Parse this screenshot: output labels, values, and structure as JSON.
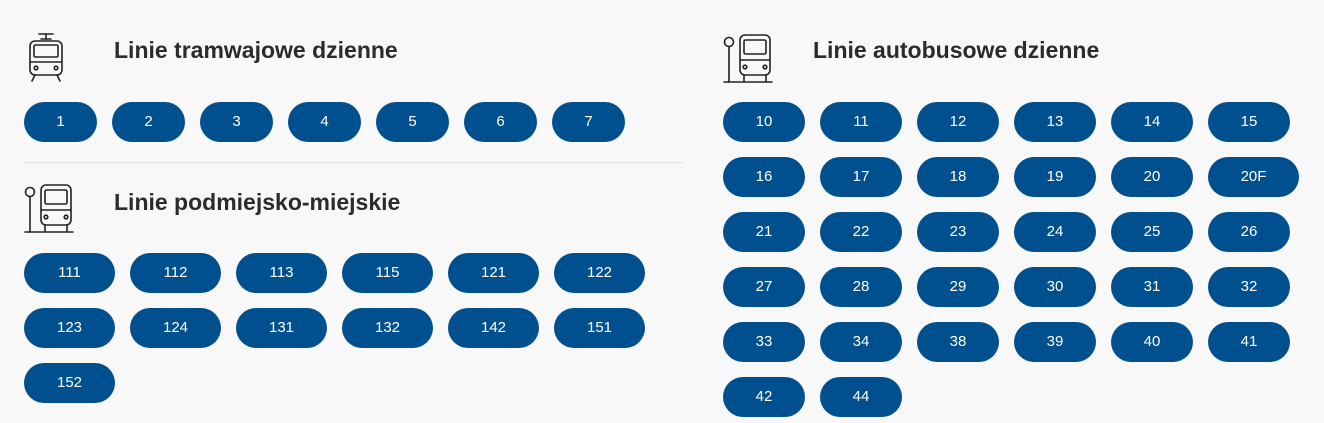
{
  "tram": {
    "title": "Linie tramwajowe dzienne",
    "icon": "tram-icon",
    "lines": [
      "1",
      "2",
      "3",
      "4",
      "5",
      "6",
      "7"
    ]
  },
  "suburban": {
    "title": "Linie podmiejsko-miejskie",
    "icon": "bus-stop-icon",
    "lines": [
      "111",
      "112",
      "113",
      "115",
      "121",
      "122",
      "123",
      "124",
      "131",
      "132",
      "142",
      "151",
      "152"
    ]
  },
  "bus": {
    "title": "Linie autobusowe dzienne",
    "icon": "bus-stop-icon",
    "lines": [
      "10",
      "11",
      "12",
      "13",
      "14",
      "15",
      "16",
      "17",
      "18",
      "19",
      "20",
      "20F",
      "21",
      "22",
      "23",
      "24",
      "25",
      "26",
      "27",
      "28",
      "29",
      "30",
      "31",
      "32",
      "33",
      "34",
      "38",
      "39",
      "40",
      "41",
      "42",
      "44"
    ]
  },
  "colors": {
    "button_bg": "#00508f",
    "button_text": "#ffffff",
    "heading": "#2b2b2b",
    "background": "#f8f8f8"
  }
}
